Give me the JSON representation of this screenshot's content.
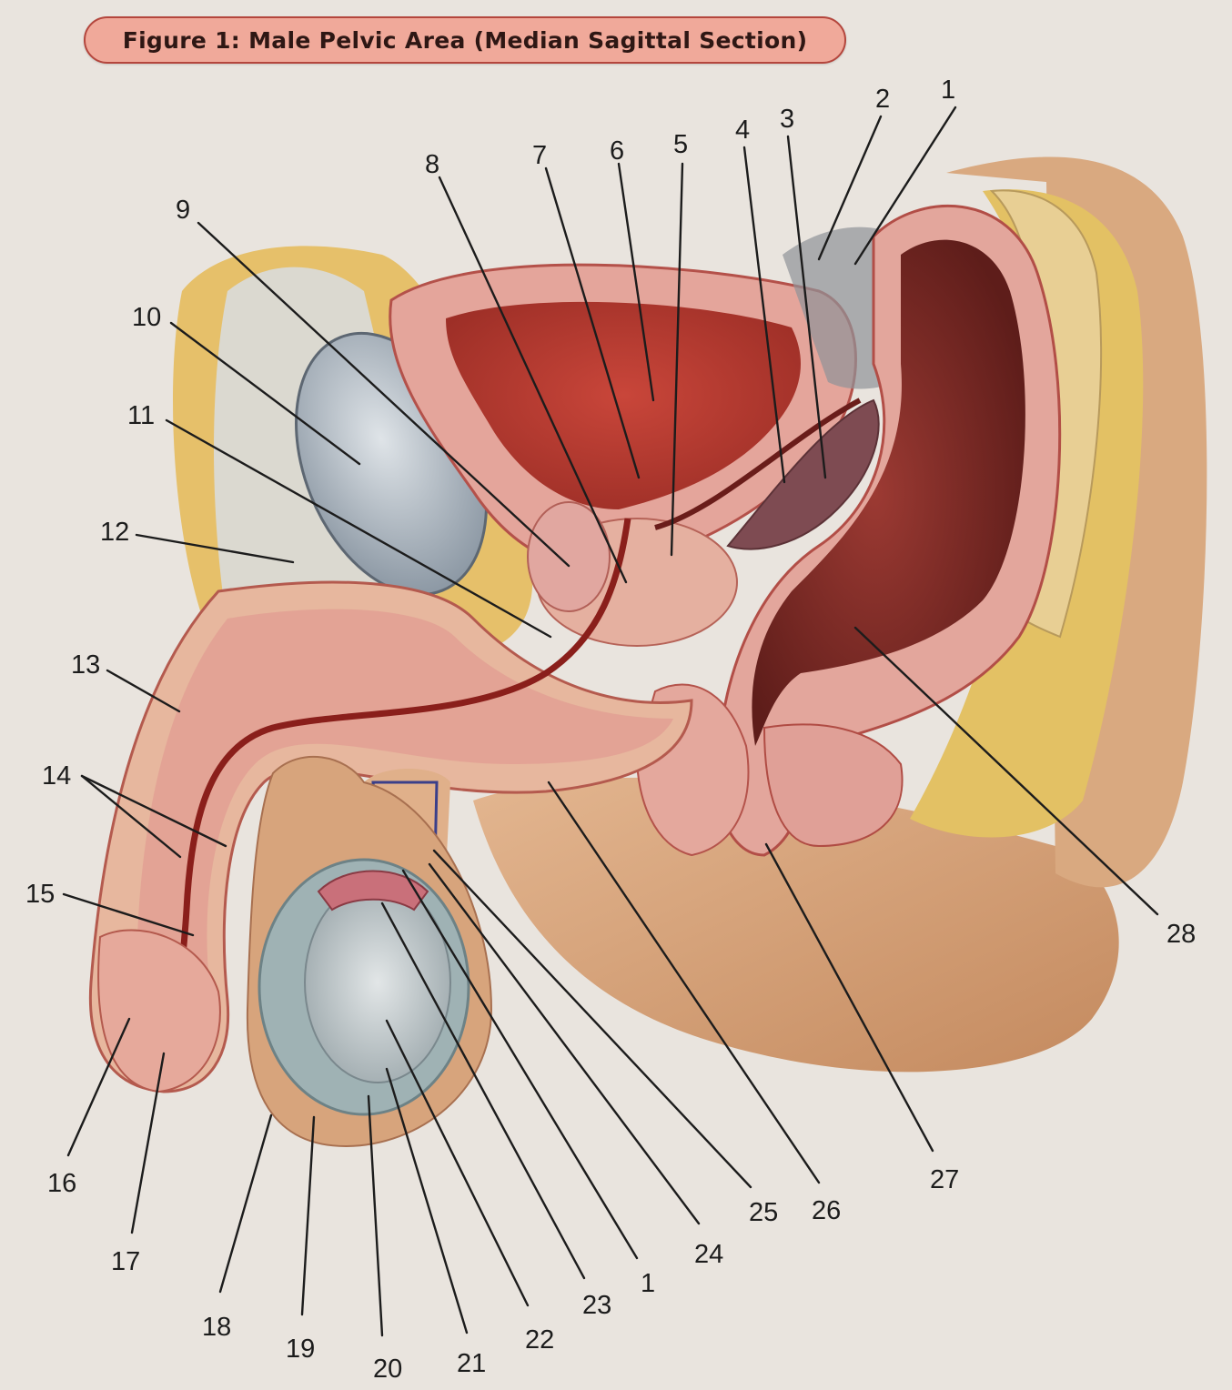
{
  "title": "Figure 1: Male Pelvic Area (Median Sagittal Section)",
  "colors": {
    "background": "#e9e4de",
    "title_pill": "#f0a99a",
    "title_border": "#b4463d",
    "skin": "#d7a27a",
    "muscle": "#e3a9a0",
    "muscle_dark": "#b14a45",
    "fat": "#e8c56a",
    "bladder_lumen": "#b2392d",
    "rectum_lumen": "#7d2a26",
    "bone": "#b8c0c8",
    "testis": "#b9c0c3",
    "leader_line": "#1c1c1c"
  },
  "labels": [
    {
      "id": "l1a",
      "text": "1"
    },
    {
      "id": "l2",
      "text": "2"
    },
    {
      "id": "l3",
      "text": "3"
    },
    {
      "id": "l4",
      "text": "4"
    },
    {
      "id": "l5",
      "text": "5"
    },
    {
      "id": "l6",
      "text": "6"
    },
    {
      "id": "l7",
      "text": "7"
    },
    {
      "id": "l8",
      "text": "8"
    },
    {
      "id": "l9",
      "text": "9"
    },
    {
      "id": "l10",
      "text": "10"
    },
    {
      "id": "l11",
      "text": "11"
    },
    {
      "id": "l12",
      "text": "12"
    },
    {
      "id": "l13",
      "text": "13"
    },
    {
      "id": "l14",
      "text": "14"
    },
    {
      "id": "l15",
      "text": "15"
    },
    {
      "id": "l16",
      "text": "16"
    },
    {
      "id": "l17",
      "text": "17"
    },
    {
      "id": "l18",
      "text": "18"
    },
    {
      "id": "l19",
      "text": "19"
    },
    {
      "id": "l20",
      "text": "20"
    },
    {
      "id": "l21",
      "text": "21"
    },
    {
      "id": "l22",
      "text": "22"
    },
    {
      "id": "l23",
      "text": "23"
    },
    {
      "id": "l1b",
      "text": "1"
    },
    {
      "id": "l24",
      "text": "24"
    },
    {
      "id": "l25",
      "text": "25"
    },
    {
      "id": "l26",
      "text": "26"
    },
    {
      "id": "l27",
      "text": "27"
    },
    {
      "id": "l28",
      "text": "28"
    }
  ]
}
